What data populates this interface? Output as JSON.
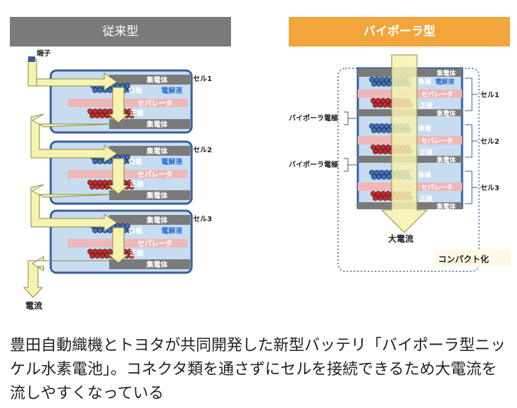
{
  "left": {
    "header": "従来型",
    "terminal": "端子",
    "current": "電流",
    "cells": [
      {
        "name": "セル1",
        "collector_top": "集電体",
        "negative": "負極",
        "electrolyte": "電解液",
        "separator": "セパレータ",
        "positive": "正極",
        "collector_bottom": "集電体"
      },
      {
        "name": "セル2",
        "collector_top": "集電体",
        "negative": "負極",
        "electrolyte": "電解液",
        "separator": "セパレータ",
        "positive": "正極",
        "collector_bottom": "集電体"
      },
      {
        "name": "セル3",
        "collector_top": "集電体",
        "negative": "負極",
        "electrolyte": "電解液",
        "separator": "セパレータ",
        "positive": "正極",
        "collector_bottom": "集電体"
      }
    ]
  },
  "right": {
    "header": "バイポーラ型",
    "large_current": "大電流",
    "compact": "コンパクト化",
    "bipolar_electrode_labels": [
      "バイポーラ電極",
      "バイポーラ電極"
    ],
    "cells": [
      {
        "name": "セル1",
        "collector_top": "集電体",
        "negative": "負極",
        "electrolyte": "電解液",
        "separator": "セパレータ",
        "positive": "正極",
        "collector_bottom": "集電体"
      },
      {
        "name": "セル2",
        "negative": "負極",
        "separator": "セパレータ",
        "positive": "正極",
        "collector_bottom": "集電体"
      },
      {
        "name": "セル3",
        "negative": "負極",
        "separator": "セパレータ",
        "positive": "正極",
        "collector_bottom": "集電体"
      }
    ]
  },
  "caption": "豊田自動織機とトヨタが共同開発した新型バッテリ「バイポーラ型ニッケル水素電池」。コネクタ類を通さずにセルを接続できるため大電流を流しやすくなっている",
  "colors": {
    "left_header": "#7a7a7a",
    "right_header": "#f2a53a",
    "cell_fill": "#c8dcf0",
    "cell_border": "#3a5f9c",
    "collector": "#7a7a7a",
    "separator": "#eeb8b8",
    "arrow": "#f6f2b0",
    "negative": "#3a6fc0",
    "positive": "#c82828",
    "electrolyte_text": "#2a6fd6"
  }
}
